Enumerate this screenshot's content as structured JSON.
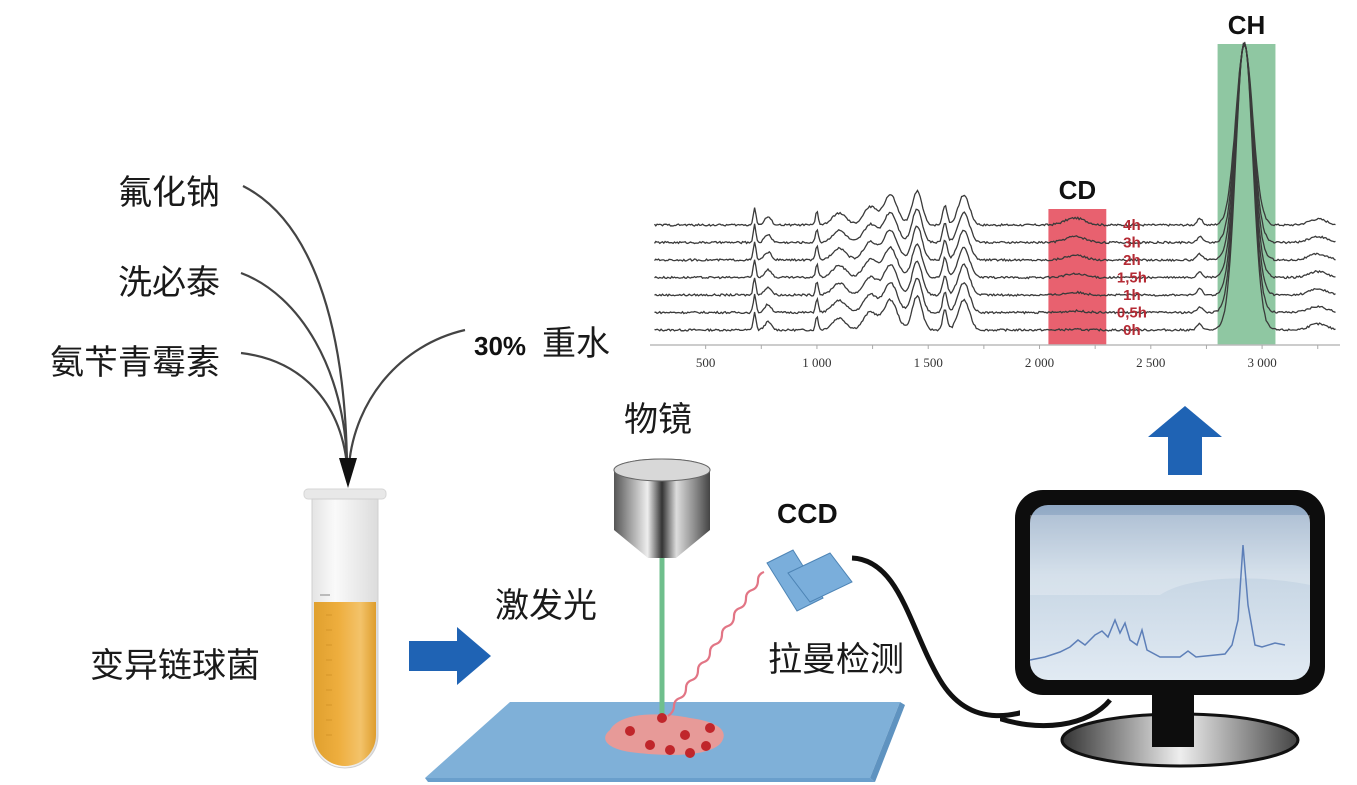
{
  "reagents": {
    "items": [
      "氟化钠",
      "洗必泰",
      "氨苄青霉素"
    ],
    "heavy_water": {
      "percent": "30%",
      "label": "重水"
    }
  },
  "sample": {
    "label": "变异链球菌"
  },
  "setup": {
    "objective_label": "物镜",
    "excitation_label": "激发光",
    "detector_label": "CCD",
    "raman_label": "拉曼检测"
  },
  "colors": {
    "flow_arrow": "#1f63b4",
    "cd_band": "#e8616f",
    "ch_band": "#8fc7a2",
    "time_label": "#b52a34",
    "slide": "#7fb0d8",
    "culture": "#e9a83a"
  },
  "chart_data": {
    "type": "line",
    "title": "",
    "xlabel": "",
    "ylabel": "",
    "x_ticks": [
      "500",
      "1 000",
      "1 500",
      "2 000",
      "2 500",
      "3 000"
    ],
    "x_tick_values": [
      500,
      1000,
      1500,
      2000,
      2500,
      3000
    ],
    "xlim": [
      250,
      3350
    ],
    "grid": false,
    "legend": "none",
    "stacked_offset": true,
    "bands": [
      {
        "name": "CD",
        "label": "CD",
        "from": 2040,
        "to": 2300,
        "color": "#e8616f"
      },
      {
        "name": "CH",
        "label": "CH",
        "from": 2800,
        "to": 3060,
        "color": "#8fc7a2"
      }
    ],
    "series": [
      {
        "name": "0h",
        "cd_peak": 0.05,
        "ch_peak": 1.0
      },
      {
        "name": "0,5h",
        "cd_peak": 0.15,
        "ch_peak": 1.0
      },
      {
        "name": "1h",
        "cd_peak": 0.25,
        "ch_peak": 1.0
      },
      {
        "name": "1,5h",
        "cd_peak": 0.35,
        "ch_peak": 1.0
      },
      {
        "name": "2h",
        "cd_peak": 0.45,
        "ch_peak": 1.0
      },
      {
        "name": "3h",
        "cd_peak": 0.6,
        "ch_peak": 1.0
      },
      {
        "name": "4h",
        "cd_peak": 0.7,
        "ch_peak": 1.0
      }
    ],
    "common_peaks": [
      {
        "x": 720,
        "h": 0.45,
        "w": 6
      },
      {
        "x": 780,
        "h": 0.2,
        "w": 15
      },
      {
        "x": 1000,
        "h": 0.35,
        "w": 6
      },
      {
        "x": 1100,
        "h": 0.3,
        "w": 30
      },
      {
        "x": 1240,
        "h": 0.45,
        "w": 30
      },
      {
        "x": 1330,
        "h": 0.75,
        "w": 30
      },
      {
        "x": 1450,
        "h": 0.85,
        "w": 22
      },
      {
        "x": 1575,
        "h": 0.5,
        "w": 10
      },
      {
        "x": 1660,
        "h": 0.75,
        "w": 25
      },
      {
        "x": 2720,
        "h": 0.15,
        "w": 12
      },
      {
        "x": 3250,
        "h": 0.15,
        "w": 40
      }
    ]
  }
}
